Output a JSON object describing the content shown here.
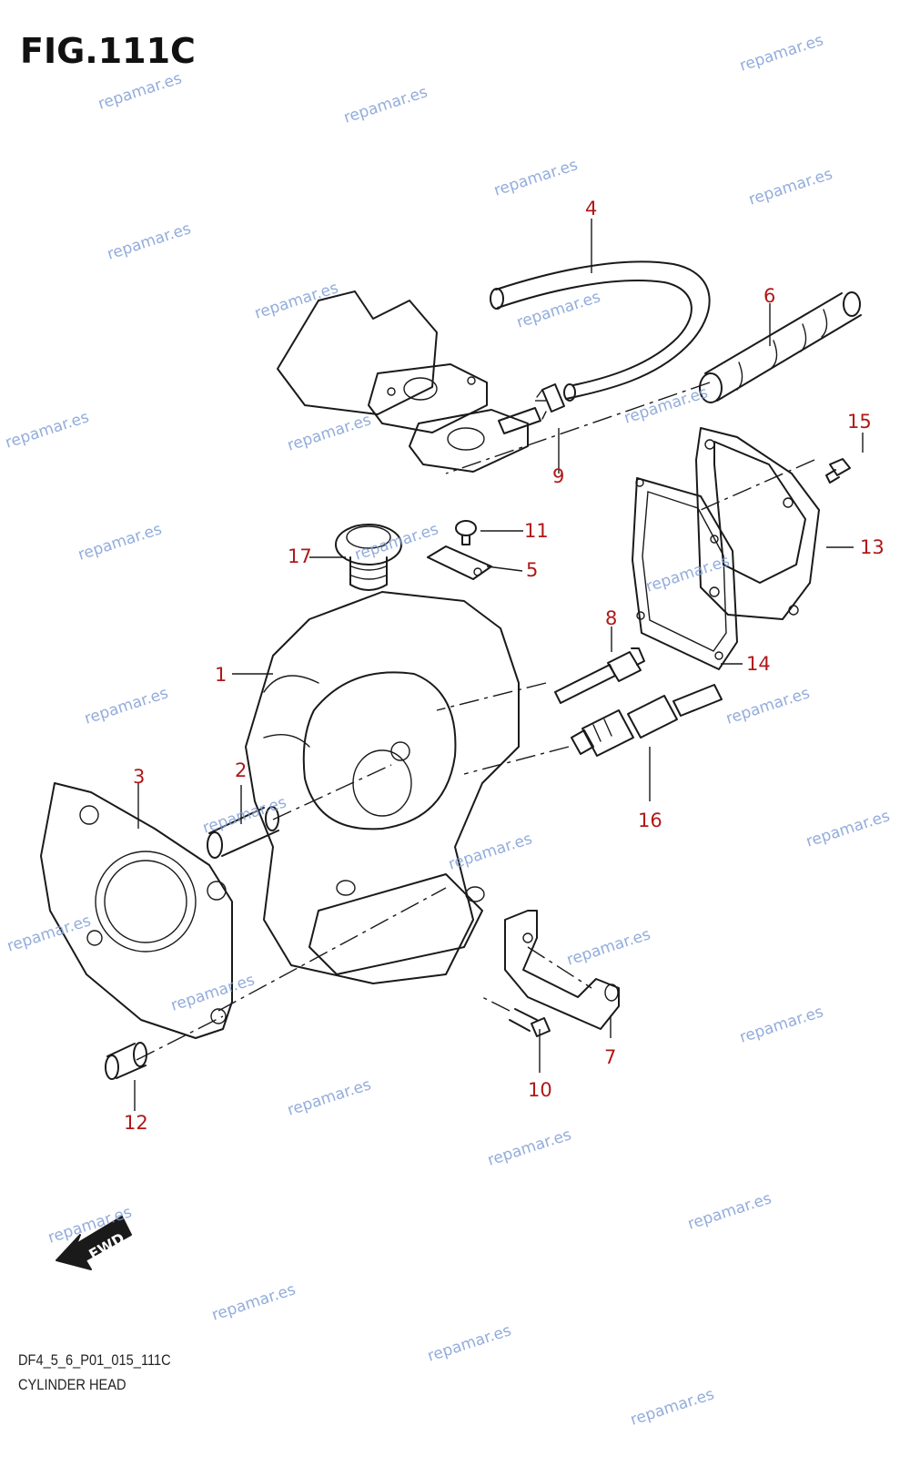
{
  "figure": {
    "title": "FIG.111C",
    "code": "DF4_5_6_P01_015_111C",
    "name": "CYLINDER HEAD",
    "fwd_label": "FWD",
    "callout_color": "#b01818",
    "watermark_color": "#7f9ed6"
  },
  "watermark_text": "repamar.es",
  "callouts": [
    "1",
    "2",
    "3",
    "4",
    "5",
    "6",
    "7",
    "8",
    "9",
    "10",
    "11",
    "12",
    "13",
    "14",
    "15",
    "16",
    "17"
  ]
}
